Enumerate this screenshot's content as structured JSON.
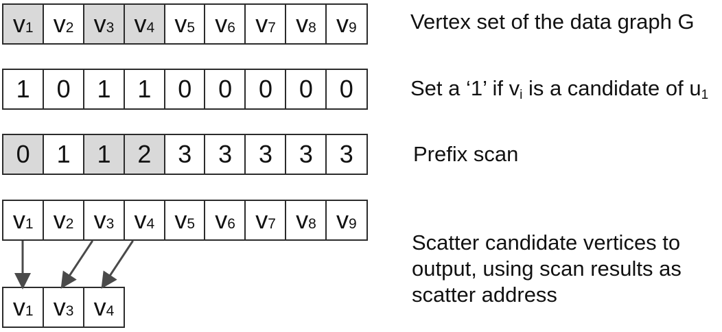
{
  "rows": {
    "vertex_set": {
      "description": "Vertex set of the data graph G",
      "cells": [
        {
          "base": "v",
          "sub": "1",
          "shaded": true
        },
        {
          "base": "v",
          "sub": "2",
          "shaded": false
        },
        {
          "base": "v",
          "sub": "3",
          "shaded": true
        },
        {
          "base": "v",
          "sub": "4",
          "shaded": true
        },
        {
          "base": "v",
          "sub": "5",
          "shaded": false
        },
        {
          "base": "v",
          "sub": "6",
          "shaded": false
        },
        {
          "base": "v",
          "sub": "7",
          "shaded": false
        },
        {
          "base": "v",
          "sub": "8",
          "shaded": false
        },
        {
          "base": "v",
          "sub": "9",
          "shaded": false
        }
      ]
    },
    "flags": {
      "description_parts": {
        "pre": "Set a ‘1’ if v",
        "sub1": "i",
        "mid": " is a candidate of u",
        "sub2": "1"
      },
      "cells": [
        {
          "base": "1",
          "sub": "",
          "shaded": false
        },
        {
          "base": "0",
          "sub": "",
          "shaded": false
        },
        {
          "base": "1",
          "sub": "",
          "shaded": false
        },
        {
          "base": "1",
          "sub": "",
          "shaded": false
        },
        {
          "base": "0",
          "sub": "",
          "shaded": false
        },
        {
          "base": "0",
          "sub": "",
          "shaded": false
        },
        {
          "base": "0",
          "sub": "",
          "shaded": false
        },
        {
          "base": "0",
          "sub": "",
          "shaded": false
        },
        {
          "base": "0",
          "sub": "",
          "shaded": false
        }
      ]
    },
    "prefix_scan": {
      "description": "Prefix scan",
      "cells": [
        {
          "base": "0",
          "sub": "",
          "shaded": true
        },
        {
          "base": "1",
          "sub": "",
          "shaded": false
        },
        {
          "base": "1",
          "sub": "",
          "shaded": true
        },
        {
          "base": "2",
          "sub": "",
          "shaded": true
        },
        {
          "base": "3",
          "sub": "",
          "shaded": false
        },
        {
          "base": "3",
          "sub": "",
          "shaded": false
        },
        {
          "base": "3",
          "sub": "",
          "shaded": false
        },
        {
          "base": "3",
          "sub": "",
          "shaded": false
        },
        {
          "base": "3",
          "sub": "",
          "shaded": false
        }
      ]
    },
    "scatter_source": {
      "description_lines": [
        "Scatter candidate vertices to",
        "output, using scan results as",
        "scatter address"
      ],
      "cells": [
        {
          "base": "v",
          "sub": "1",
          "shaded": false
        },
        {
          "base": "v",
          "sub": "2",
          "shaded": false
        },
        {
          "base": "v",
          "sub": "3",
          "shaded": false
        },
        {
          "base": "v",
          "sub": "4",
          "shaded": false
        },
        {
          "base": "v",
          "sub": "5",
          "shaded": false
        },
        {
          "base": "v",
          "sub": "6",
          "shaded": false
        },
        {
          "base": "v",
          "sub": "7",
          "shaded": false
        },
        {
          "base": "v",
          "sub": "8",
          "shaded": false
        },
        {
          "base": "v",
          "sub": "9",
          "shaded": false
        }
      ]
    },
    "output": {
      "cells": [
        {
          "base": "v",
          "sub": "1",
          "shaded": false
        },
        {
          "base": "v",
          "sub": "3",
          "shaded": false
        },
        {
          "base": "v",
          "sub": "4",
          "shaded": false
        }
      ]
    }
  },
  "scatter_arrows": [
    {
      "from_index": 0,
      "to_index": 0
    },
    {
      "from_index": 2,
      "to_index": 1
    },
    {
      "from_index": 3,
      "to_index": 2
    }
  ],
  "colors": {
    "shaded_cell": "#d9d9d9",
    "border": "#2b2b2b",
    "arrow": "#4a4a4a",
    "background": "#ffffff"
  }
}
